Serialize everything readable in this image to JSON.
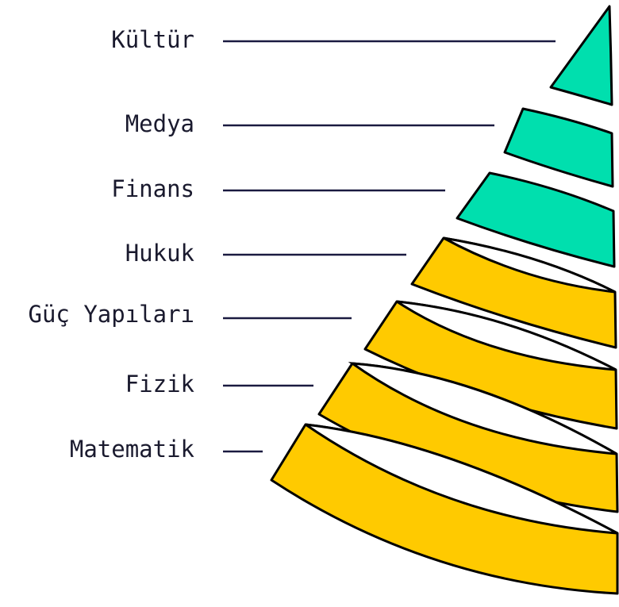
{
  "layers": [
    {
      "label": "Kültür",
      "color": "#00dfae"
    },
    {
      "label": "Medya",
      "color": "#00dfae"
    },
    {
      "label": "Finans",
      "color": "#00dfae"
    },
    {
      "label": "Hukuk",
      "color": "#ffca00"
    },
    {
      "label": "Güç Yapıları",
      "color": "#ffca00"
    },
    {
      "label": "Fizik",
      "color": "#ffca00"
    },
    {
      "label": "Matematik",
      "color": "#ffca00"
    }
  ]
}
